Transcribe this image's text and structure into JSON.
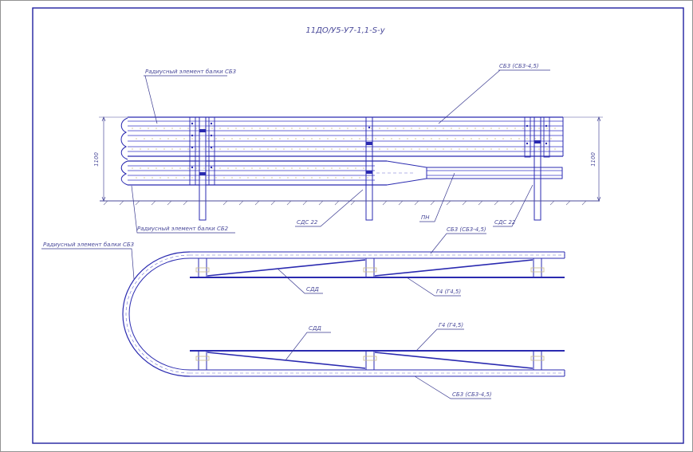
{
  "drawing": {
    "title": "11ДО/У5-У7-1,1-S-у",
    "colors": {
      "frame": "#1f1fa0",
      "lines": "#2a2ab0",
      "text": "#4a4a9a",
      "fill_tint": "#c9b98a"
    }
  },
  "elevation": {
    "labels": {
      "radius_sb3": "Радиусный элемент балки СБ3",
      "radius_sb2": "Радиусный элемент балки СБ2",
      "beam_sb3": "СБ3 (СБ3-4,5)",
      "post_left": "СДС 22",
      "end_pn": "ПН",
      "post_right": "СДС 22"
    },
    "dimensions": {
      "left": "1100",
      "right": "1100"
    }
  },
  "plan": {
    "labels": {
      "radius_sb3": "Радиусный элемент балки СБ3",
      "beam_top": "СБ3 (СБ3-4,5)",
      "strut_top": "СДД",
      "brace_top": "Г4 (Г4,5)",
      "strut_bottom": "СДД",
      "brace_bottom": "Г4 (Г4,5)",
      "beam_bottom": "СБ3 (СБ3-4,5)"
    }
  }
}
